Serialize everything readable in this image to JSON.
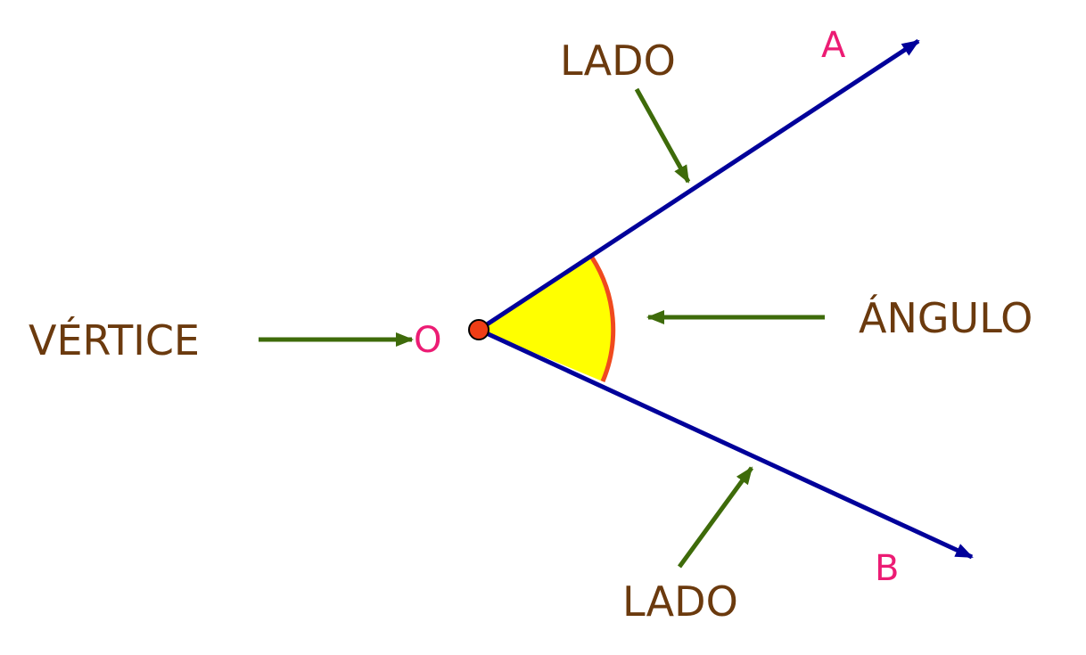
{
  "labels": {
    "vertex_term": "VÉRTICE",
    "angle_term": "ÁNGULO",
    "side_term_top": "LADO",
    "side_term_bottom": "LADO"
  },
  "points": {
    "vertex": "O",
    "ray_a_end": "A",
    "ray_b_end": "B"
  },
  "colors": {
    "ray": "#00009a",
    "pointer_arrow": "#3e6b0a",
    "angle_fill": "#ffff00",
    "angle_arc": "#f04a1e",
    "vertex_dot": "#ef3d16",
    "term_text": "#6b3a0e",
    "point_text": "#ec1c74"
  }
}
